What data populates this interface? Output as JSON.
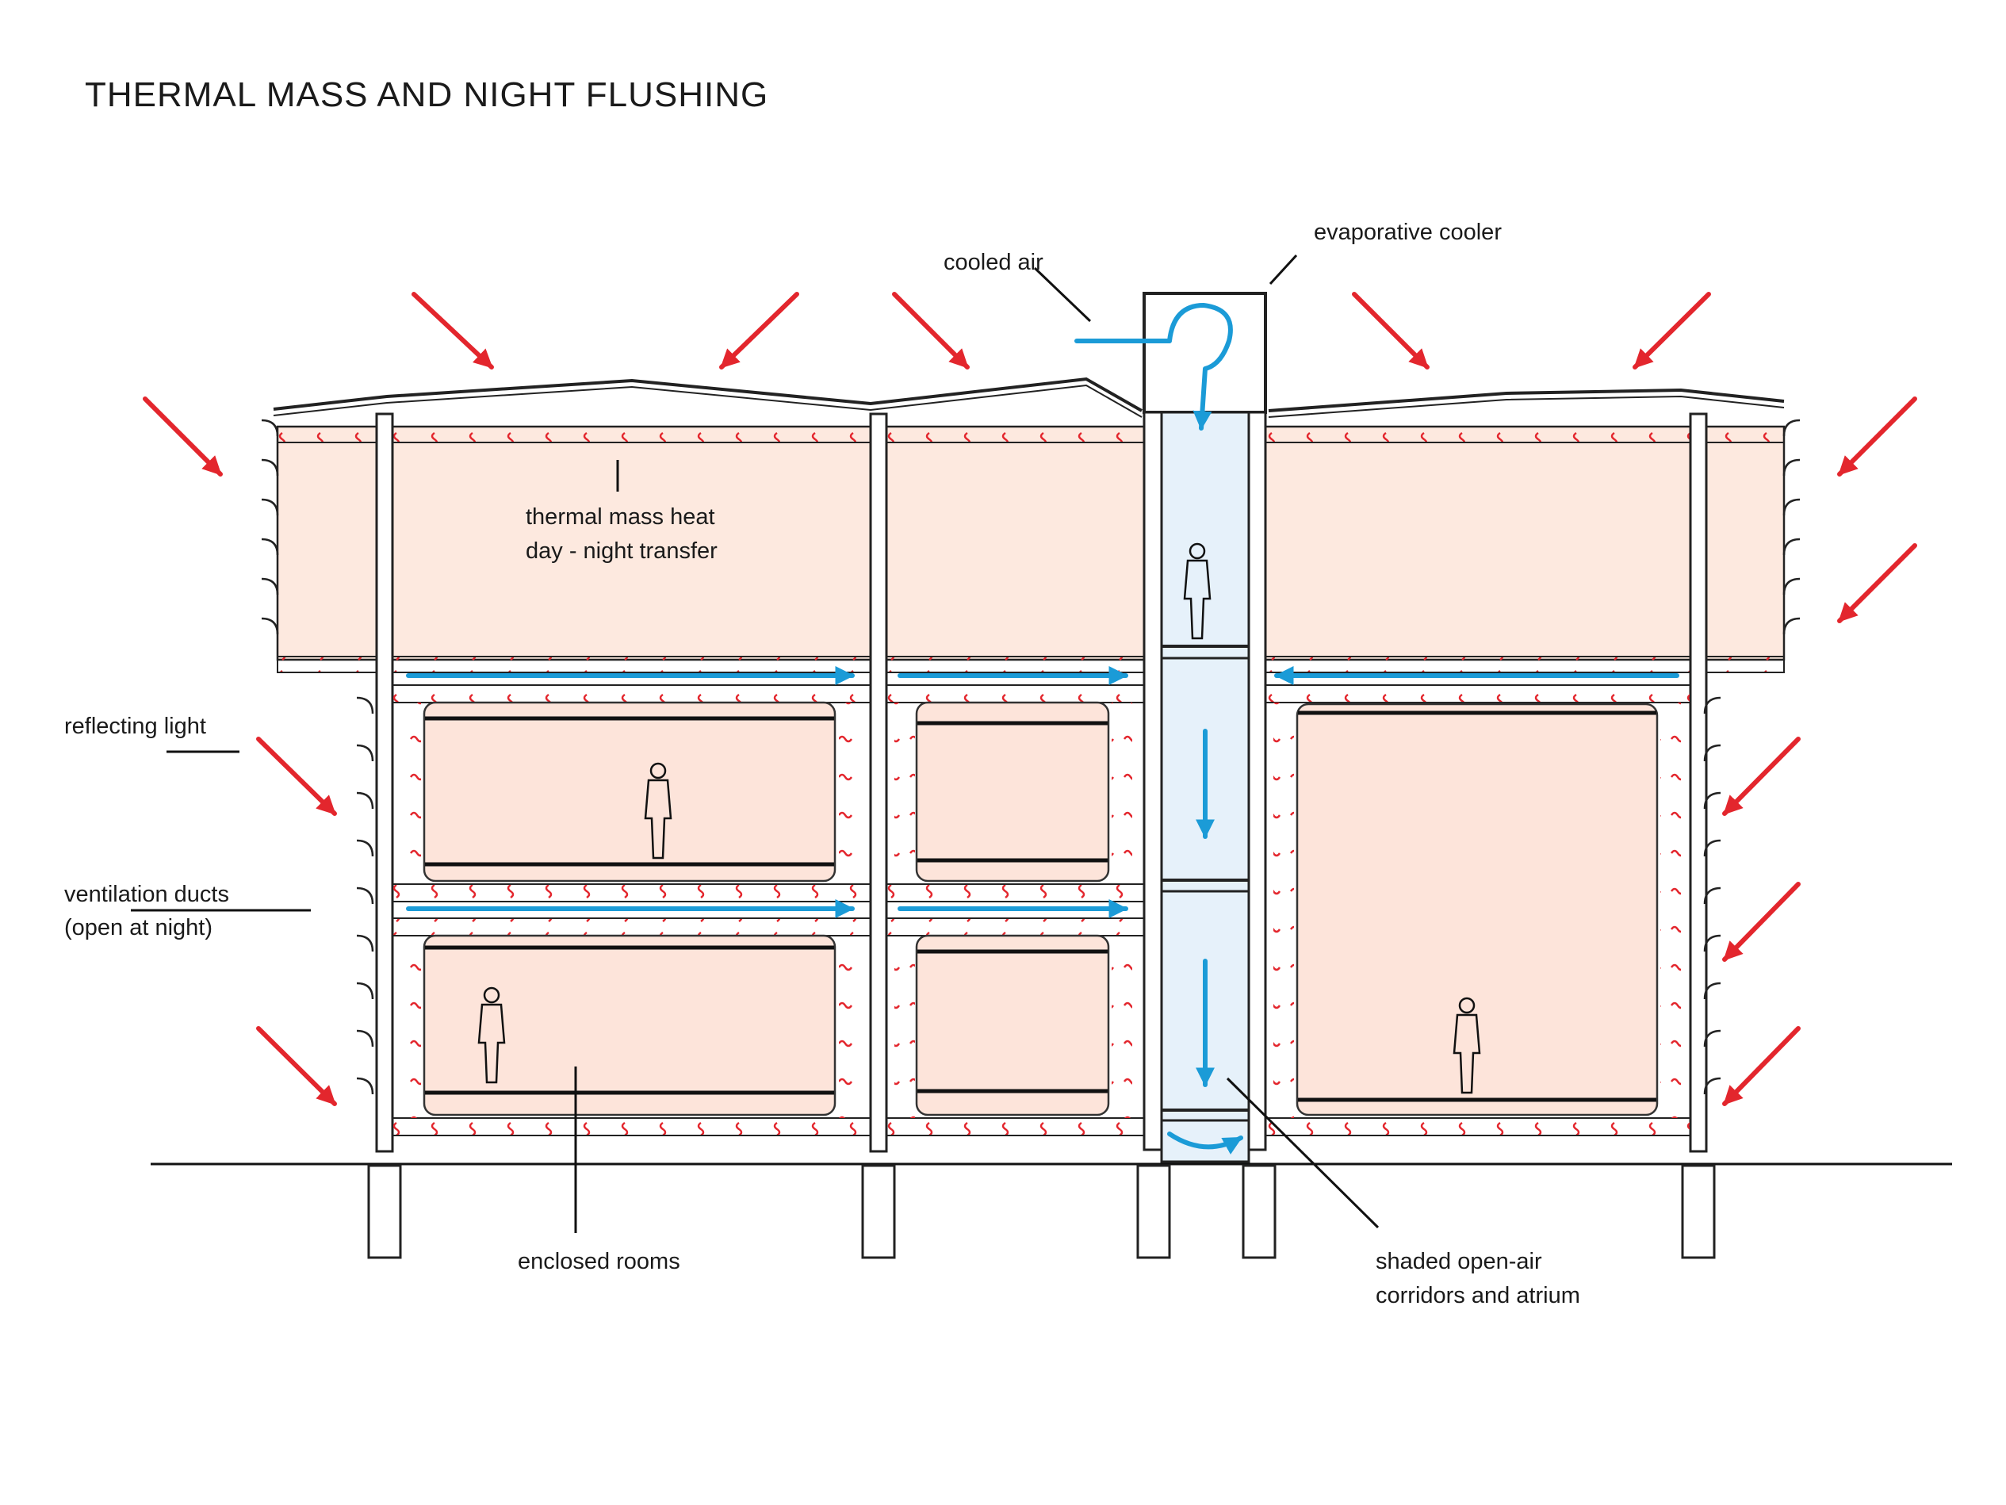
{
  "title": "THERMAL MASS AND NIGHT FLUSHING",
  "labels": {
    "evaporative_cooler": "evaporative cooler",
    "cooled_air": "cooled air",
    "thermal_mass_line1": "thermal mass heat",
    "thermal_mass_line2": "day - night transfer",
    "reflecting_light": "reflecting light",
    "ventilation_line1": "ventilation ducts",
    "ventilation_line2": "(open at night)",
    "enclosed_rooms": "enclosed rooms",
    "corridors_line1": "shaded open-air",
    "corridors_line2": "corridors and atrium"
  },
  "colors": {
    "sun_arrows": "#e3262d",
    "air_flow": "#1b9bd7",
    "thermal_mass": "#fde9df",
    "atrium": "#e6f1fa"
  }
}
